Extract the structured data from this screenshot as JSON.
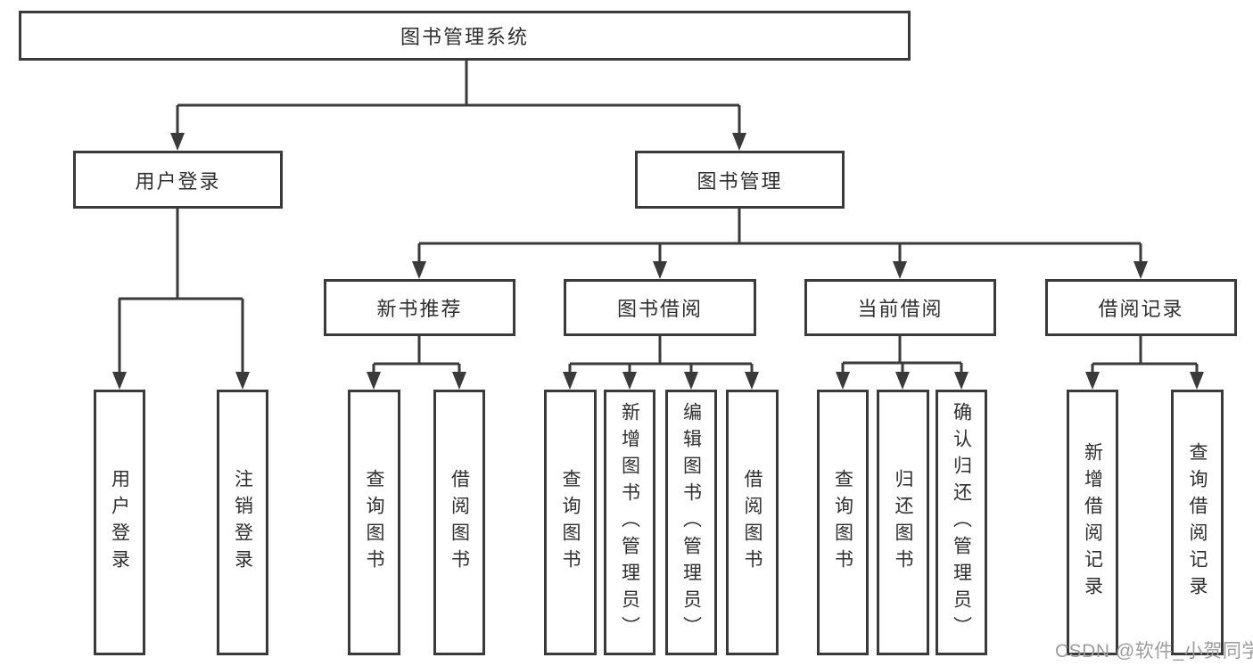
{
  "diagram": {
    "root": {
      "label": "图书管理系统"
    },
    "level2": [
      {
        "id": "user-login",
        "label": "用户登录"
      },
      {
        "id": "book-management",
        "label": "图书管理"
      }
    ],
    "level3": [
      {
        "id": "new-book-recommend",
        "label": "新书推荐"
      },
      {
        "id": "book-borrowing",
        "label": "图书借阅"
      },
      {
        "id": "current-borrowing",
        "label": "当前借阅"
      },
      {
        "id": "borrowing-records",
        "label": "借阅记录"
      }
    ],
    "leaves": {
      "under_user_login": [
        {
          "label": "用户登录"
        },
        {
          "label": "注销登录"
        }
      ],
      "under_new_book_recommend": [
        {
          "label": "查询图书"
        },
        {
          "label": "借阅图书"
        }
      ],
      "under_book_borrowing": [
        {
          "label": "查询图书"
        },
        {
          "label": "新增图书（管理员）"
        },
        {
          "label": "编辑图书（管理员）"
        },
        {
          "label": "借阅图书"
        }
      ],
      "under_current_borrowing": [
        {
          "label": "查询图书"
        },
        {
          "label": "归还图书"
        },
        {
          "label": "确认归还（管理员）"
        }
      ],
      "under_borrowing_records": [
        {
          "label": "新增借阅记录"
        },
        {
          "label": "查询借阅记录"
        }
      ]
    },
    "watermark": "CSDN @软件_小贺同学",
    "colors": {
      "line": "#3a3a3a",
      "text": "#2f2f2f",
      "watermark": "#9c9c9c",
      "background": "#ffffff"
    }
  }
}
